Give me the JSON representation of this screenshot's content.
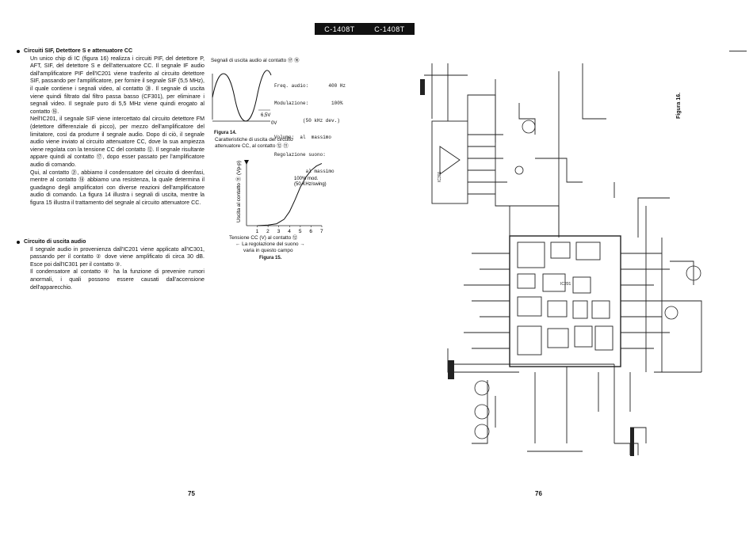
{
  "header": {
    "model_left": "C-1408T",
    "model_right": "C-1408T"
  },
  "left_page": {
    "section1": {
      "title": "Circuiti SIF, Detettore S e attenuatore CC",
      "paragraphs": [
        "Un unico chip di IC (figura 16) realizza i circuiti PIF, del detettore P, AFT, SIF, del detettore S e dell'attenuatore CC. Il segnale IF audio dall'amplificatore PIF dell'IC201 viene trasferito al circuito detettore SIF, passando per l'amplificatore, per fornire il segnale SIF (5,5 MHz), il quale contiene i segnali video, al contatto ⑳. Il segnale di uscita viene quindi filtrato dal filtro passa basso (CF301), per eliminare i segnali video. Il segnale puro di 5,5 MHz viene quindi erogato al contatto ⑯.",
        "Nell'IC201, il segnale SIF viene intercettato dal circuito detettore FM (detettore differenziale di picco), per mezzo dell'amplificatore del limitatore, così da produrre il segnale audio. Dopo di ciò, il segnale audio viene inviato al circuito attenuatore CC, dove la sua ampiezza viene regolata con la tensione CC del contatto ⑫. Il segnale risultante appare quindi al contatto ⑰, dopo esser passato per l'amplificatore audio di comando.",
        "Qui, al contatto ㉑, abbiamo il condensatore del circuito di deenfasi, mentre al contatto ⑱ abbiamo una resistenza, la quale determina il guadagno degli amplificatori con diverse reazioni dell'amplificatore audio di comando. La figura 14 illustra i segnali di uscita, mentre la figura 15 illustra il trattamento del segnale al circuito attenuatore CC."
      ]
    },
    "section2": {
      "title": "Circuito di uscita audio",
      "paragraphs": [
        "Il segnale audio in provenienza dall'IC201 viene applicato all'IC301, passando per il contatto ② dove viene amplificato di circa 30 dB. Esce poi dall'IC301 per il contatto ③.",
        "Il condensatore al contatto ④ ha la funzione di prevenire rumori anormali, i quali possono essere causati dall'accensione dell'apparecchio."
      ]
    },
    "fig14": {
      "heading": "Segnali di uscita audio al contatto ⑰ ⑯",
      "lines": [
        "Freq. audio:       400 Hz",
        "Modulazione:        100%",
        "          (50 kHz dev.)",
        "Volume:  al  massimo",
        "Regolazione suono:",
        "           al massimo"
      ],
      "label_level": "6,5V",
      "label_zero": "0V",
      "caption": "Figura 14."
    },
    "fig15": {
      "heading": "Caratteristiche di uscita del circuito attenuatore CC, al contatto ⑫ ⑪",
      "ylabel": "Uscita al contatto ⑪ (Vp-p)",
      "xlabel": "Tensione CC (V) al contatto ⑫",
      "annotation_1": "100% mod.",
      "annotation_2": "(50 KHz/swing)",
      "note": "← La regolazione del suono →",
      "note2": "varia in questo campo",
      "caption": "Figura 15."
    },
    "page_number": "75"
  },
  "right_page": {
    "figure_label": "Figura 16.",
    "ic_label": "IC201",
    "ic_small": "IC301",
    "page_number": "76"
  },
  "chart_data": {
    "type": "line",
    "title": "Caratteristiche di uscita del circuito attenuatore CC, al contatto ⑫ ⑪",
    "xlabel": "Tensione CC (V) al contatto ⑫",
    "ylabel": "Uscita al contatto ⑪ (Vp-p)",
    "x_ticks": [
      1,
      2,
      3,
      4,
      5,
      6,
      7
    ],
    "xlim": [
      0,
      7
    ],
    "series": [
      {
        "x": [
          1,
          2,
          2.8,
          3.5,
          4.0,
          4.5,
          5.0,
          5.5,
          6.0,
          6.5,
          7.0
        ],
        "y": [
          0.0,
          0.01,
          0.03,
          0.1,
          0.22,
          0.4,
          0.6,
          0.75,
          0.86,
          0.93,
          0.97
        ]
      }
    ]
  }
}
